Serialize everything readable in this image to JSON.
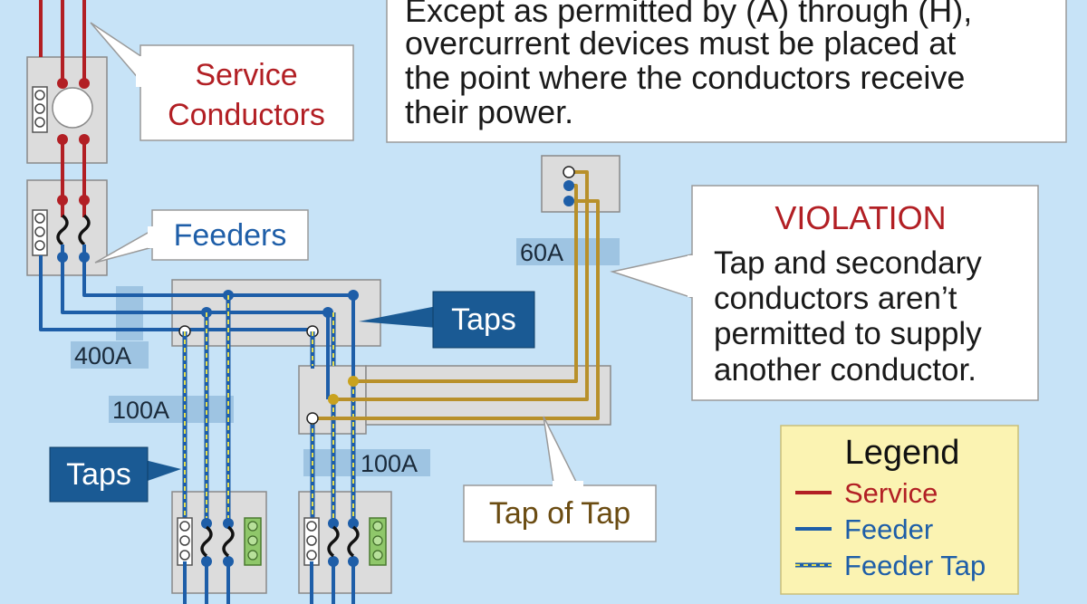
{
  "rule_text": {
    "lines": [
      "Except as permitted by (A) through (H),",
      "overcurrent devices must be placed at",
      "the point where the conductors receive",
      "their power."
    ]
  },
  "callouts": {
    "service_conductors": [
      "Service",
      "Conductors"
    ],
    "feeders": "Feeders",
    "taps_right": "Taps",
    "taps_left": "Taps",
    "tap_of_tap": "Tap of Tap"
  },
  "violation": {
    "title": "VIOLATION",
    "lines": [
      "Tap and secondary",
      "conductors aren’t",
      "permitted to supply",
      "another conductor."
    ]
  },
  "ratings": {
    "r400": "400A",
    "r100_left": "100A",
    "r100_right": "100A",
    "r60": "60A"
  },
  "legend": {
    "title": "Legend",
    "items": [
      {
        "label": "Service",
        "color": "#b21f24"
      },
      {
        "label": "Feeder",
        "color": "#1e5ea8"
      },
      {
        "label": "Feeder Tap",
        "color": "#1e5ea8"
      }
    ]
  },
  "colors": {
    "background": "#c7e3f7",
    "service": "#b21f24",
    "feeder": "#1e5ea8",
    "feeder_tap_dash": "#e8e050",
    "tap_of_tap": "#b8902a",
    "dark_callout": "#1a5a94",
    "box_gray": "#dcdcdc"
  }
}
